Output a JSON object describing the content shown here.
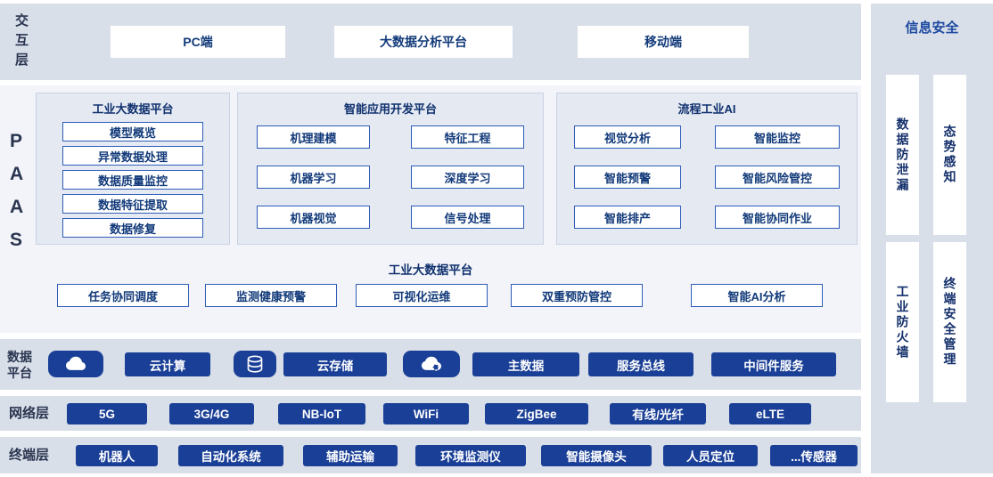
{
  "interaction": {
    "label": "交\n互\n层",
    "items": [
      "PC端",
      "大数据分析平台",
      "移动端"
    ]
  },
  "paas": {
    "label": "P\nA\nA\nS",
    "groups": [
      {
        "title": "工业大数据平台",
        "items": [
          "模型概览",
          "异常数据处理",
          "数据质量监控",
          "数据特征提取",
          "数据修复"
        ]
      },
      {
        "title": "智能应用开发平台",
        "items": [
          "机理建模",
          "特征工程",
          "机器学习",
          "深度学习",
          "机器视觉",
          "信号处理"
        ]
      },
      {
        "title": "流程工业AI",
        "items": [
          "视觉分析",
          "智能监控",
          "智能预警",
          "智能风险管控",
          "智能排产",
          "智能协同作业"
        ]
      }
    ],
    "bottom": {
      "title": "工业大数据平台",
      "items": [
        "任务协同调度",
        "监测健康预警",
        "可视化运维",
        "双重预防管控",
        "智能AI分析"
      ]
    }
  },
  "data_platform": {
    "label": "数据\n平台",
    "icons": [
      "cloud-icon",
      "database-icon",
      "cloud-gear-icon"
    ],
    "items": [
      "云计算",
      "云存储",
      "主数据",
      "服务总线",
      "中间件服务"
    ]
  },
  "network": {
    "label": "网络层",
    "items": [
      "5G",
      "3G/4G",
      "NB-IoT",
      "WiFi",
      "ZigBee",
      "有线/光纤",
      "eLTE"
    ]
  },
  "terminal": {
    "label": "终端层",
    "items": [
      "机器人",
      "自动化系统",
      "辅助运输",
      "环境监测仪",
      "智能摄像头",
      "人员定位",
      "...传感器"
    ]
  },
  "security": {
    "title": "信息安全",
    "items": [
      "数据防泄漏",
      "态势感知",
      "工业防火墙",
      "终端安全管理"
    ]
  },
  "colors": {
    "band_bg": "#d9dfe9",
    "paas_band_bg": "#f2f4f9",
    "panel_bg": "#e4e9f2",
    "button_blue": "#1a3f96",
    "box_border": "#2e5cb8",
    "text_navy": "#123a7a",
    "title_blue": "#1d4aa0"
  }
}
